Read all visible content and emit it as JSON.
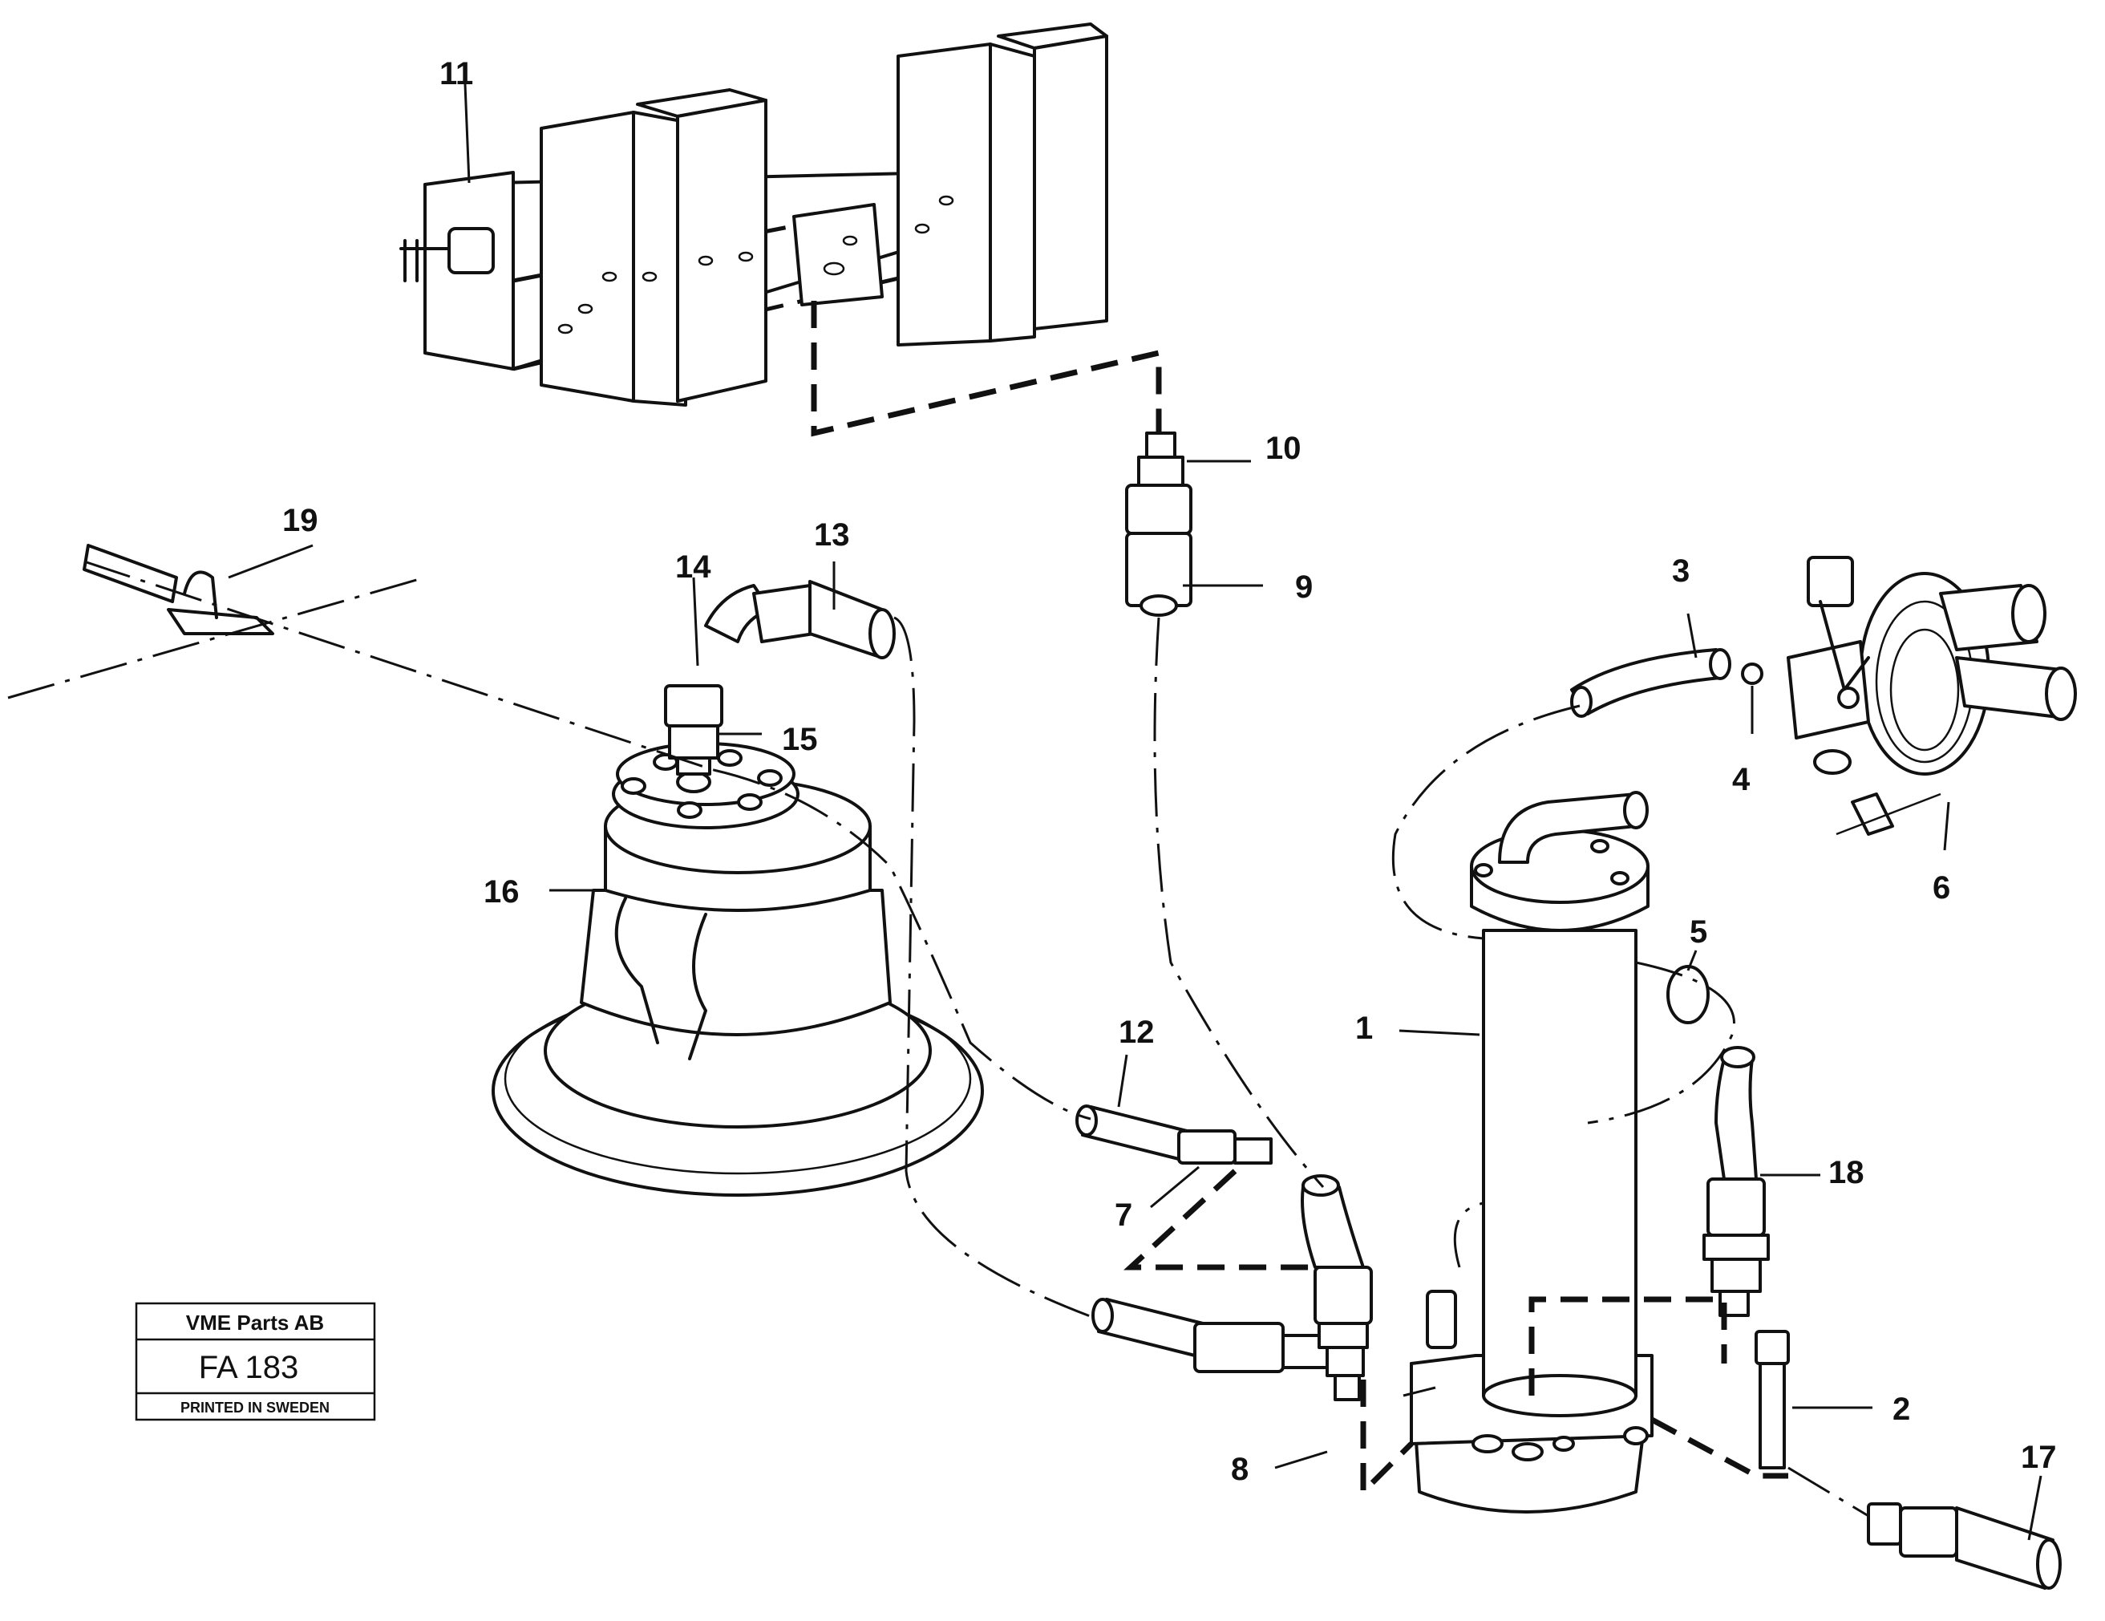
{
  "callouts": {
    "c1": "1",
    "c2": "2",
    "c3": "3",
    "c4": "4",
    "c5": "5",
    "c6": "6",
    "c7": "7",
    "c8": "8",
    "c9": "9",
    "c10": "10",
    "c11": "11",
    "c12": "12",
    "c13": "13",
    "c14": "14",
    "c15": "15",
    "c16": "16",
    "c17": "17",
    "c18": "18",
    "c19": "19"
  },
  "stamp": {
    "company": "VME Parts AB",
    "code": "FA 183",
    "footer": "PRINTED IN SWEDEN"
  }
}
